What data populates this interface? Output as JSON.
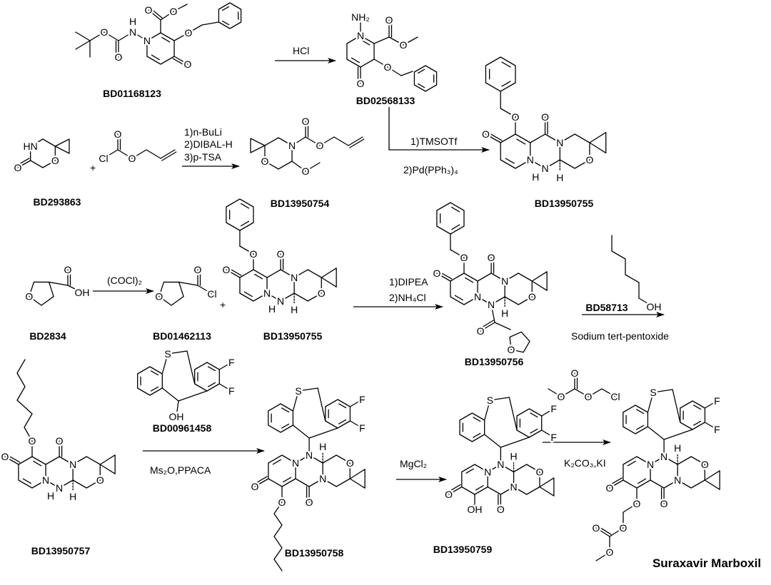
{
  "compounds": {
    "bd01168123": "BD01168123",
    "bd02568133": "BD02568133",
    "bd13950755": "BD13950755",
    "bd293863": "BD293863",
    "bd13950754": "BD13950754",
    "bd2834": "BD2834",
    "bd01462113": "BD01462113",
    "bd13950756": "BD13950756",
    "bd58713": "BD58713",
    "bd13950757": "BD13950757",
    "bd00961458": "BD00961458",
    "bd13950758": "BD13950758",
    "bd13950759": "BD13950759",
    "suraxavir": "Suraxavir Marboxil"
  },
  "reagents": {
    "hcl": "HCl",
    "tmsotf": "1)TMSOTf",
    "pd": "2)Pd(PPh₃)₄",
    "nbuli": "1)n-BuLi",
    "dibal": "2)DIBAL-H",
    "ptsa": "3)p-TSA",
    "cocl2": "(COCl)₂",
    "dipea": "1)DIPEA",
    "nh4cl": "2)NH₄Cl",
    "naotp": "Sodium tert-pentoxide",
    "ms2o": "Ms₂O,PPACA",
    "mgcl2": "MgCl₂",
    "k2co3": "K₂CO₃,KI"
  },
  "plus": "+",
  "atoms": {
    "O": "O",
    "N": "N",
    "H": "H",
    "HN": "HN",
    "NH2": "NH₂",
    "Cl": "Cl",
    "OH": "OH",
    "S": "S",
    "F": "F"
  }
}
